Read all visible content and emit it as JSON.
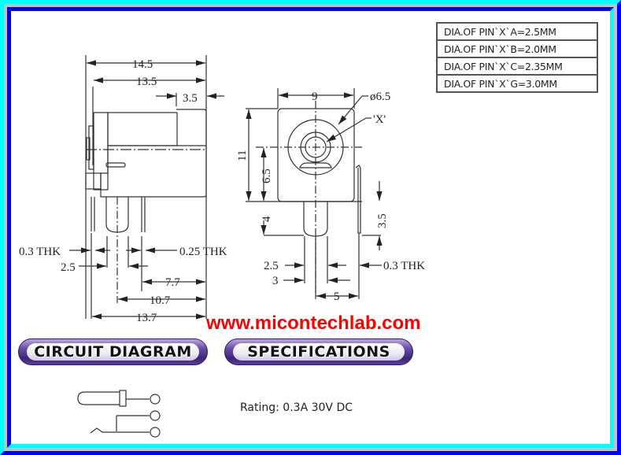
{
  "pin_table": {
    "rows": [
      "DIA.OF PIN`X`A=2.5MM",
      "DIA.OF PIN`X`B=2.0MM",
      "DIA.OF PIN`X`C=2.35MM",
      "DIA.OF PIN`X`G=3.0MM"
    ]
  },
  "side_view": {
    "dims": {
      "overall_length": "14.5",
      "body_length": "13.5",
      "front_length": "3.5",
      "left_pin_thk": "0.3 THK",
      "right_pin_thk": "0.25 THK",
      "pin_offset": "2.5",
      "dim_7_7": "7.7",
      "dim_10_7": "10.7",
      "dim_13_7": "13.7"
    }
  },
  "front_view": {
    "dims": {
      "width": "9",
      "diameter": "ø6.5",
      "pin_label": "'X'",
      "height": "11",
      "center_height": "6.5",
      "pin_length": "4",
      "side_pin_length": "3.5",
      "pin_offset": "2.5",
      "pin_spacing": "3",
      "pin_thk": "0.3 THK",
      "pin_distance": "5"
    }
  },
  "website": "www.micontechlab.com",
  "sections": {
    "circuit_diagram": "CIRCUIT DIAGRAM",
    "specifications": "SPECIFICATIONS"
  },
  "rating": "Rating: 0.3A 30V DC",
  "colors": {
    "frame_cyan": "#00ffff",
    "frame_blue": "#0000ff",
    "frame_grey": "#c0c0c0",
    "url_red": "#ff0000",
    "pill_purple": "#4b3290"
  }
}
